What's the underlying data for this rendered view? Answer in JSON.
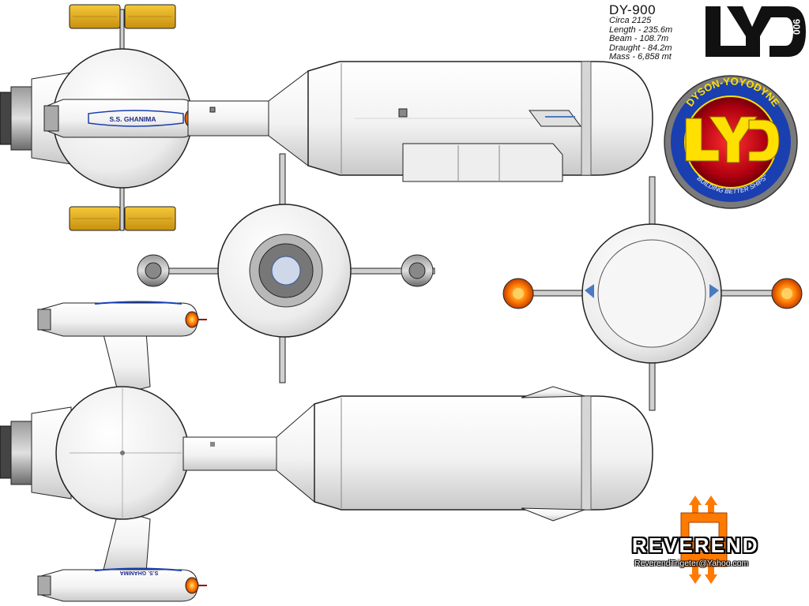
{
  "ship": {
    "name_label": "S.S. GHANIMA",
    "bottom_hull_label": "S.S. GHANIMA"
  },
  "specs": {
    "designation": "DY-900",
    "era": "Circa 2125",
    "length": "Length - 235.6m",
    "beam": "Beam - 108.7m",
    "draught": "Draught - 84.2m",
    "mass": "Mass - 6,858 mt"
  },
  "logo": {
    "letters": "LYD",
    "number": "900"
  },
  "badge": {
    "top_text": "DYSON-YOYODYNE",
    "center_letters": "LYD",
    "bottom_text": "\"BUILDING BETTER SHIPS\""
  },
  "artist": {
    "name": "REVEREND",
    "email": "ReverendTrigeter@Yahoo.com"
  },
  "colors": {
    "hull": "#f0f0f0",
    "outline": "#1a1a1a",
    "solar_panel": "#e8b820",
    "badge_red": "#c8102e",
    "badge_yellow": "#ffe000",
    "badge_blue": "#1a3fb0",
    "engine_glow": "#ff7a00",
    "artist_orange": "#ff7a00"
  }
}
